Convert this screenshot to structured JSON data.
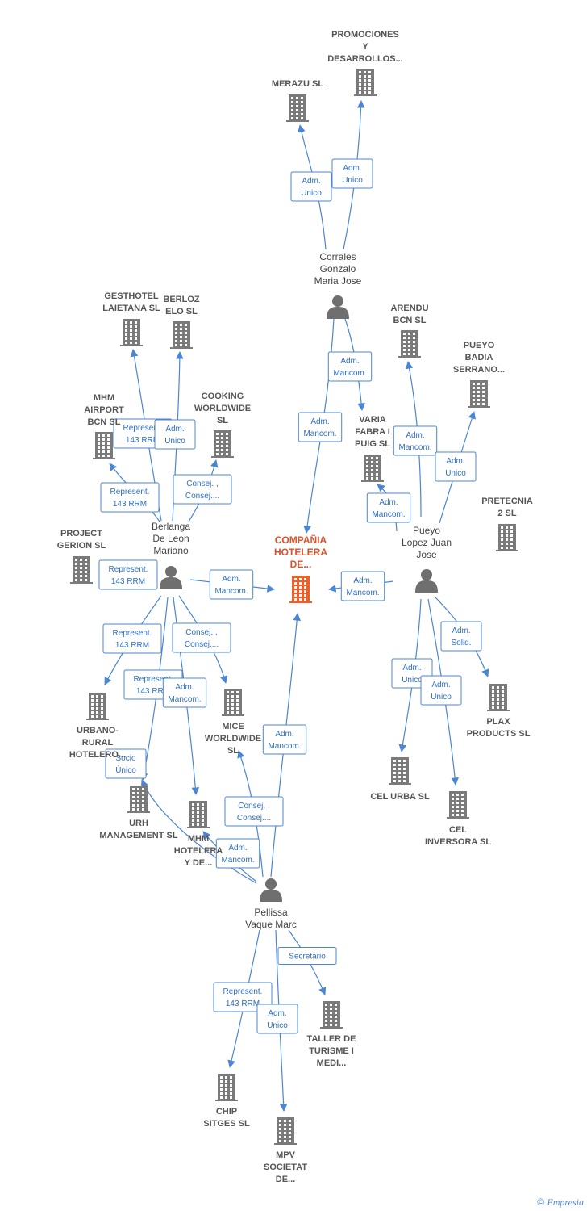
{
  "colors": {
    "edge": "#4a86d4",
    "company": "#7a7a7a",
    "main_company": "#e8602a",
    "person": "#6f6f6f"
  },
  "nodes": [
    {
      "id": "main",
      "type": "main",
      "label": [
        "COMPAÑIA",
        "HOTELERA",
        "DE..."
      ]
    },
    {
      "id": "corrales",
      "type": "person",
      "label": [
        "Corrales",
        "Gonzalo",
        "Maria Jose"
      ]
    },
    {
      "id": "berlanga",
      "type": "person",
      "label": [
        "Berlanga",
        "De Leon",
        "Mariano"
      ]
    },
    {
      "id": "pueyo",
      "type": "person",
      "label": [
        "Pueyo",
        "Lopez Juan",
        "Jose"
      ]
    },
    {
      "id": "pellissa",
      "type": "person",
      "label": [
        "Pellissa",
        "Vaque Marc"
      ]
    },
    {
      "id": "promociones",
      "type": "company",
      "label": [
        "PROMOCIONES",
        "Y",
        "DESARROLLOS..."
      ]
    },
    {
      "id": "merazu",
      "type": "company",
      "label": [
        "MERAZU  SL"
      ]
    },
    {
      "id": "gesthotel",
      "type": "company",
      "label": [
        "GESTHOTEL",
        "LAIETANA  SL"
      ]
    },
    {
      "id": "berloz",
      "type": "company",
      "label": [
        "BERLOZ",
        "ELO  SL"
      ]
    },
    {
      "id": "arendu",
      "type": "company",
      "label": [
        "ARENDU",
        "BCN  SL"
      ]
    },
    {
      "id": "pueyobadia",
      "type": "company",
      "label": [
        "PUEYO",
        "BADIA",
        "SERRANO..."
      ]
    },
    {
      "id": "mhmairport",
      "type": "company",
      "label": [
        "MHM",
        "AIRPORT",
        "BCN  SL"
      ]
    },
    {
      "id": "cooking",
      "type": "company",
      "label": [
        "COOKING",
        "WORLDWIDE",
        "SL"
      ]
    },
    {
      "id": "varia",
      "type": "company",
      "label": [
        "VARIA",
        "FABRA I",
        "PUIG  SL"
      ]
    },
    {
      "id": "pretecnia",
      "type": "company",
      "label": [
        "PRETECNIA",
        "2 SL"
      ]
    },
    {
      "id": "project",
      "type": "company",
      "label": [
        "PROJECT",
        "GERION  SL"
      ]
    },
    {
      "id": "urbano",
      "type": "company",
      "label": [
        "URBANO-",
        "RURAL",
        "HOTELERO..."
      ]
    },
    {
      "id": "mice",
      "type": "company",
      "label": [
        "MICE",
        "WORLDWIDE",
        "SL"
      ]
    },
    {
      "id": "plax",
      "type": "company",
      "label": [
        "PLAX",
        "PRODUCTS SL"
      ]
    },
    {
      "id": "urh",
      "type": "company",
      "label": [
        "URH",
        "MANAGEMENT SL"
      ]
    },
    {
      "id": "mhmhotelera",
      "type": "company",
      "label": [
        "MHM",
        "HOTELERA",
        "Y DE..."
      ]
    },
    {
      "id": "celurba",
      "type": "company",
      "label": [
        "CEL URBA SL"
      ]
    },
    {
      "id": "celinversora",
      "type": "company",
      "label": [
        "CEL",
        "INVERSORA SL"
      ]
    },
    {
      "id": "taller",
      "type": "company",
      "label": [
        "TALLER DE",
        "TURISME I",
        "MEDI..."
      ]
    },
    {
      "id": "chip",
      "type": "company",
      "label": [
        "CHIP",
        "SITGES  SL"
      ]
    },
    {
      "id": "mpv",
      "type": "company",
      "label": [
        "MPV",
        "SOCIETAT",
        "DE..."
      ]
    }
  ],
  "edges": [
    {
      "from": "corrales",
      "to": "merazu",
      "label": [
        "Adm.",
        "Unico"
      ]
    },
    {
      "from": "corrales",
      "to": "promociones",
      "label": [
        "Adm.",
        "Unico"
      ]
    },
    {
      "from": "corrales",
      "to": "main",
      "label": [
        "Adm.",
        "Mancom."
      ]
    },
    {
      "from": "corrales",
      "to": "varia",
      "label": [
        "Adm.",
        "Mancom."
      ]
    },
    {
      "from": "pueyo",
      "to": "arendu",
      "label": [
        "Adm.",
        "Mancom."
      ]
    },
    {
      "from": "pueyo",
      "to": "pueyobadia",
      "label": [
        "Adm.",
        "Unico"
      ]
    },
    {
      "from": "pueyo",
      "to": "varia",
      "label": [
        "Adm.",
        "Mancom."
      ]
    },
    {
      "from": "pueyo",
      "to": "main",
      "label": [
        "Adm.",
        "Mancom."
      ]
    },
    {
      "from": "pueyo",
      "to": "plax",
      "label": [
        "Adm.",
        "Solid."
      ]
    },
    {
      "from": "pueyo",
      "to": "celurba",
      "label": [
        "Adm.",
        "Unico"
      ]
    },
    {
      "from": "pueyo",
      "to": "celinversora",
      "label": [
        "Adm.",
        "Unico"
      ]
    },
    {
      "from": "berlanga",
      "to": "gesthotel",
      "label": [
        "Represent.",
        "143 RRM"
      ]
    },
    {
      "from": "berlanga",
      "to": "berloz",
      "label": [
        "Adm.",
        "Unico"
      ]
    },
    {
      "from": "berlanga",
      "to": "mhmairport",
      "label": [
        "Represent.",
        "143 RRM"
      ]
    },
    {
      "from": "berlanga",
      "to": "cooking",
      "label": [
        "Consej. ,",
        "Consej...."
      ]
    },
    {
      "from": "berlanga",
      "to": "project",
      "label": [
        "Represent.",
        "143 RRM"
      ]
    },
    {
      "from": "berlanga",
      "to": "main",
      "label": [
        "Adm.",
        "Mancom."
      ]
    },
    {
      "from": "berlanga",
      "to": "urbano",
      "label": [
        "Represent.",
        "143 RRM"
      ]
    },
    {
      "from": "berlanga",
      "to": "mice",
      "label": [
        "Consej. ,",
        "Consej...."
      ]
    },
    {
      "from": "berlanga",
      "to": "urh",
      "label": [
        "Represent.",
        "143 RRM"
      ]
    },
    {
      "from": "berlanga",
      "to": "mhmhotelera",
      "label": [
        "Adm.",
        "Mancom."
      ]
    },
    {
      "from": "pellissa",
      "to": "main",
      "label": [
        "Adm.",
        "Mancom."
      ]
    },
    {
      "from": "pellissa",
      "to": "mice",
      "label": [
        "Consej. ,",
        "Consej...."
      ]
    },
    {
      "from": "pellissa",
      "to": "mhmhotelera",
      "label": [
        "Adm.",
        "Mancom."
      ]
    },
    {
      "from": "pellissa",
      "to": "urh",
      "label": [
        "Socio",
        "Único"
      ]
    },
    {
      "from": "pellissa",
      "to": "taller",
      "label": [
        "Secretario"
      ]
    },
    {
      "from": "pellissa",
      "to": "chip",
      "label": [
        "Represent.",
        "143 RRM"
      ]
    },
    {
      "from": "pellissa",
      "to": "mpv",
      "label": [
        "Adm.",
        "Unico"
      ]
    }
  ],
  "footer": {
    "symbol": "©",
    "brand": "Empresia"
  }
}
